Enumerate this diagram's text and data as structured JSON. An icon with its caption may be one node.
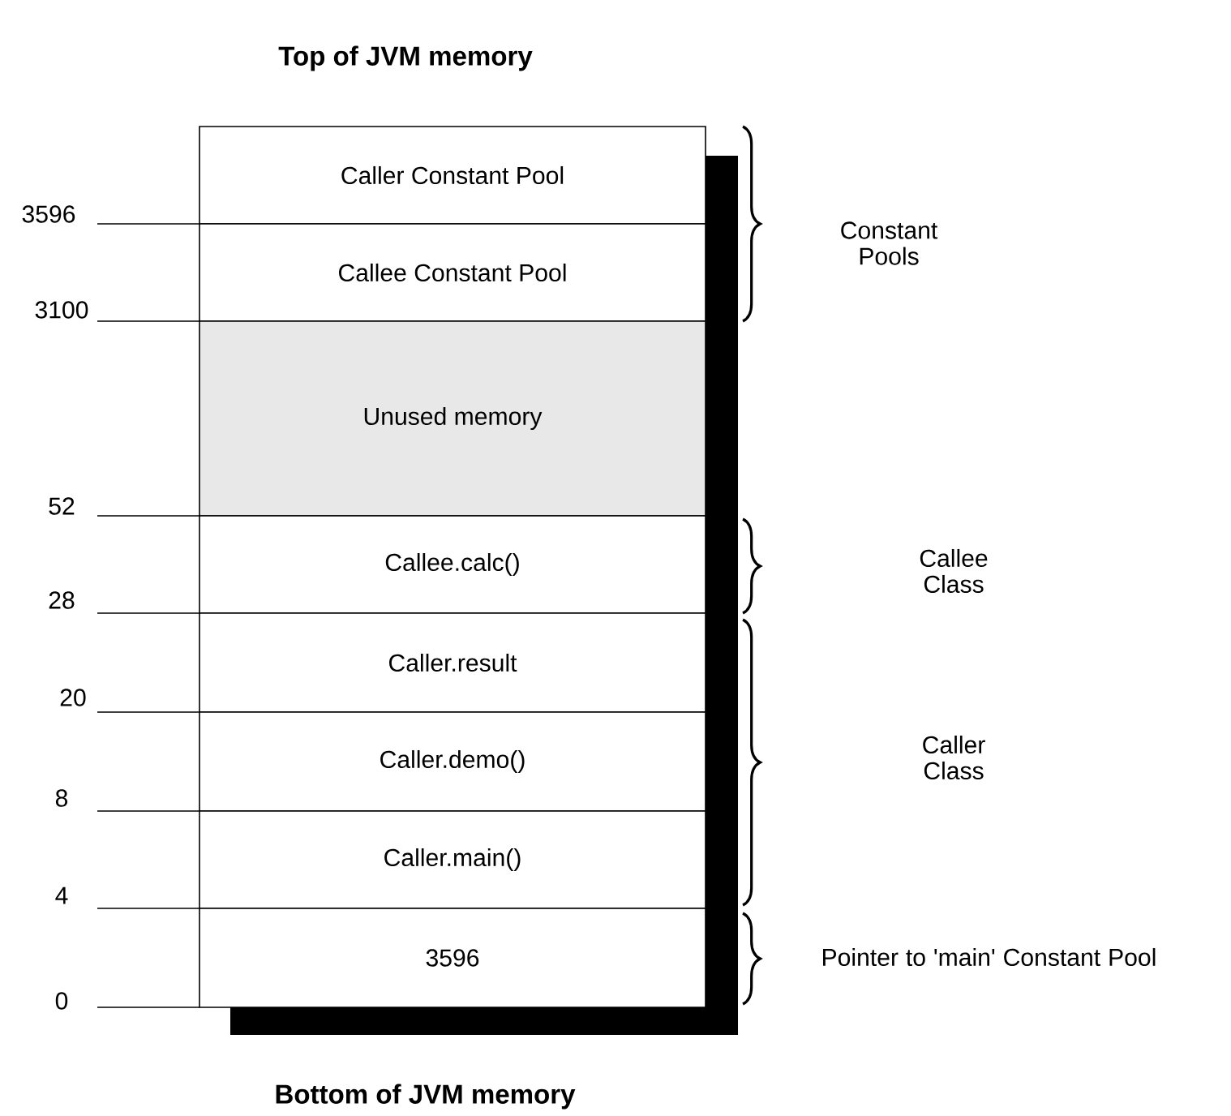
{
  "diagram": {
    "title": "Top of JVM memory",
    "caption": "Bottom of JVM memory",
    "nodes": [
      {
        "text": [
          "Caller Constant Pool"
        ],
        "beside": [
          "3596"
        ]
      },
      {
        "text": [
          "Callee Constant Pool"
        ],
        "beside": [
          "3100"
        ]
      },
      {
        "text": [
          "Unused memory"
        ],
        "beside": [
          "52"
        ]
      },
      {
        "text": [
          "Callee.calc()"
        ],
        "beside": [
          "28"
        ]
      },
      {
        "text": [
          "Caller.result"
        ],
        "beside": [
          "20"
        ]
      },
      {
        "text": [
          "Caller.demo()"
        ],
        "beside": [
          "8"
        ]
      },
      {
        "text": [
          "Caller.main()"
        ],
        "beside": [
          "4"
        ]
      },
      {
        "text": [
          "3596"
        ],
        "beside": [
          "0"
        ]
      }
    ],
    "labels": [
      "Constant Pools",
      "Callee Class",
      "Caller Class",
      "Pointer to 'main' Constant Pool"
    ]
  }
}
